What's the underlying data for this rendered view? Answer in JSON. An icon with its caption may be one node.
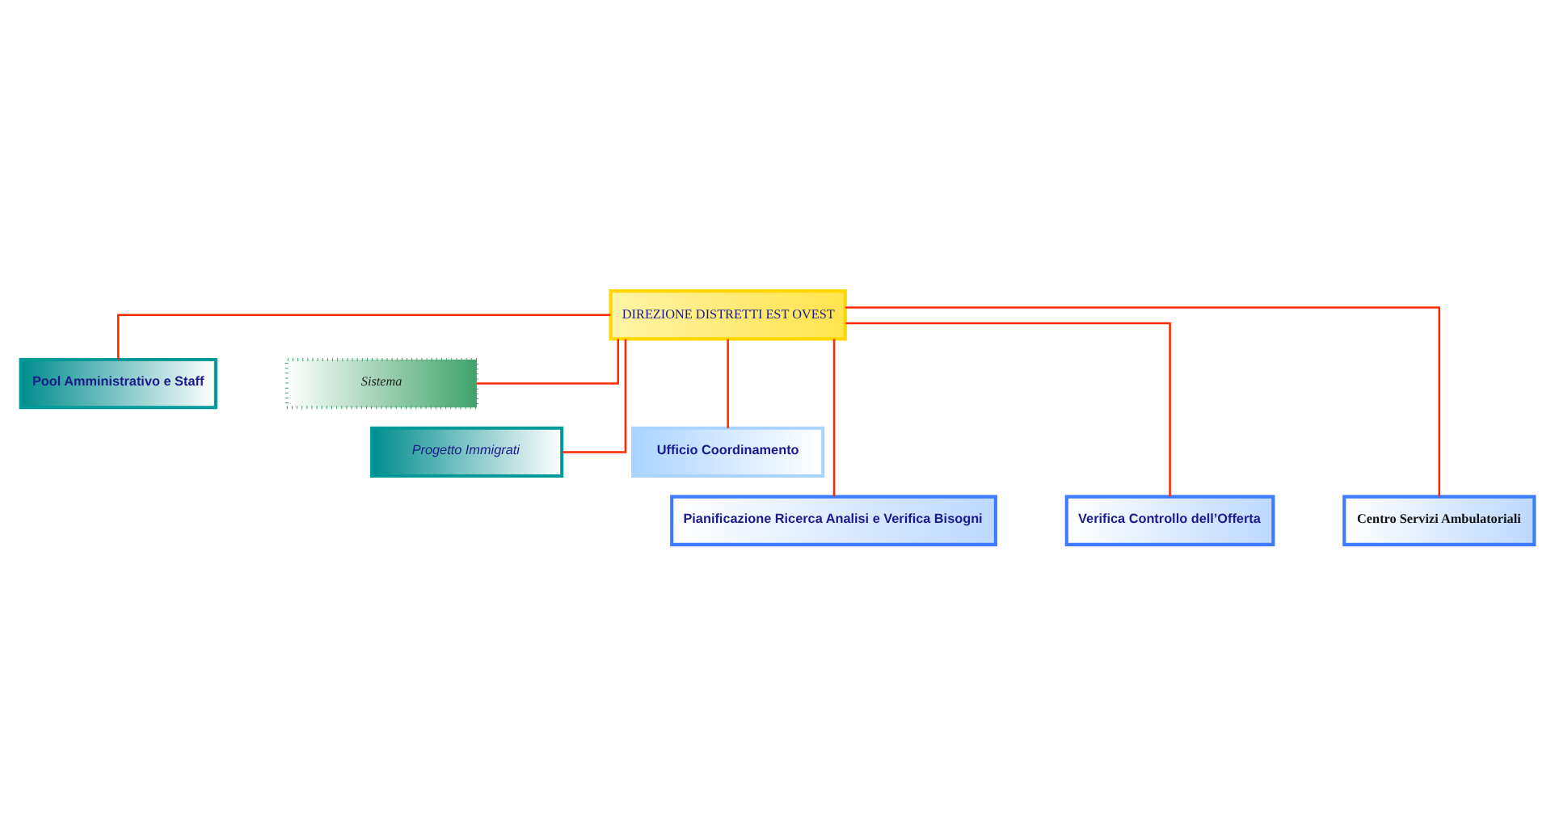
{
  "diagram": {
    "nodes": [
      {
        "text": [
          "DIREZIONE DISTRETTI EST OVEST"
        ]
      },
      {
        "text": [
          "Pool Amministrativo e Staff"
        ]
      },
      {
        "text": [
          "Sistema"
        ]
      },
      {
        "text": [
          "Progetto Immigrati"
        ]
      },
      {
        "text": [
          "Ufficio Coordinamento"
        ]
      },
      {
        "text": [
          "Pianificazione Ricerca Analisi e Verifica Bisogni"
        ]
      },
      {
        "text": [
          "Verifica Controllo dell’Offerta"
        ]
      },
      {
        "text": [
          "Centro Servizi Ambulatoriali"
        ]
      }
    ],
    "edges": [
      {
        "from": 0,
        "to": 1,
        "arrow": "none"
      },
      {
        "from": 0,
        "to": 2,
        "arrow": "none"
      },
      {
        "from": 0,
        "to": 3,
        "arrow": "none"
      },
      {
        "from": 0,
        "to": 4,
        "arrow": "none"
      },
      {
        "from": 0,
        "to": 5,
        "arrow": "none"
      },
      {
        "from": 0,
        "to": 6,
        "arrow": "none"
      },
      {
        "from": 0,
        "to": 7,
        "arrow": "none"
      }
    ]
  }
}
